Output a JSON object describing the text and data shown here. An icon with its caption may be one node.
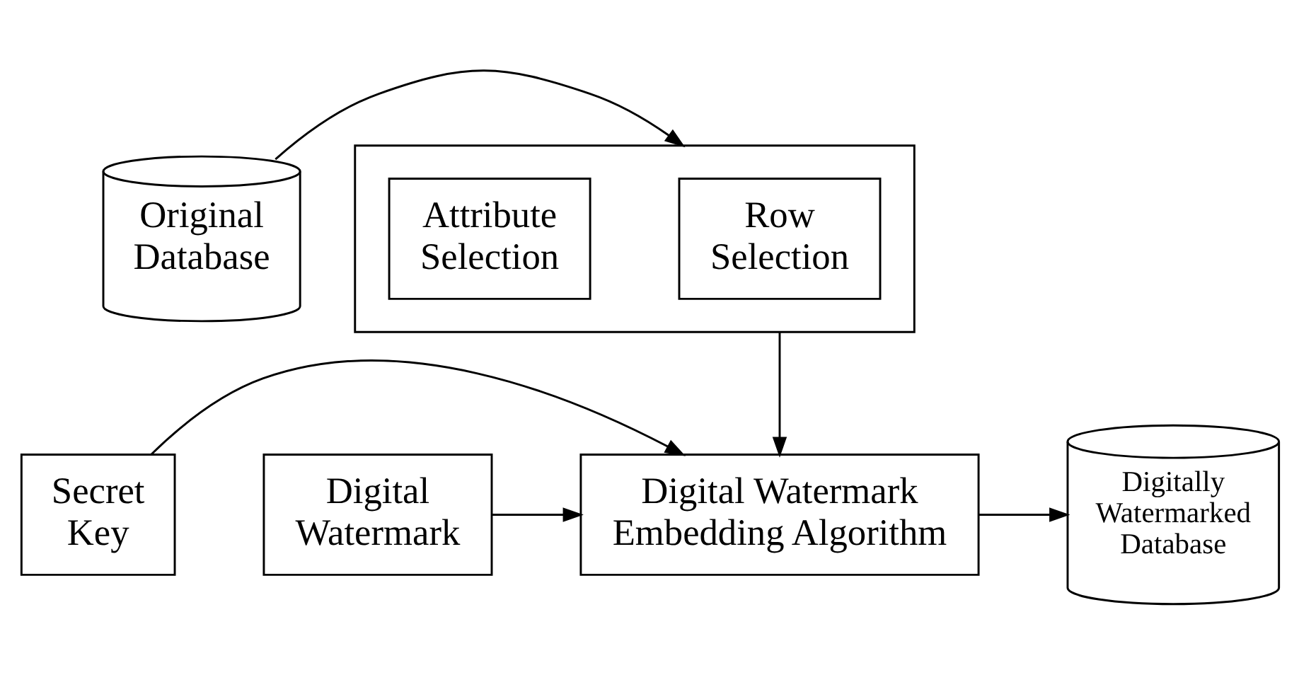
{
  "diagram": {
    "nodes": [
      {
        "text": [
          "Original Database"
        ]
      },
      {
        "text": [],
        "shape": "box"
      },
      {
        "text": [
          "Row Selection"
        ],
        "in": 1
      },
      {
        "text": [
          "Attribute Selection"
        ],
        "in": 1
      },
      {
        "text": [
          "Digital Watermark Embedding Algorithm"
        ]
      },
      {
        "text": [
          "Digitally Watermarked Database"
        ]
      },
      {
        "text": [
          "Secret Key"
        ]
      },
      {
        "text": [
          "Digital Watermark"
        ]
      }
    ],
    "edges": [
      {
        "from": 0,
        "to": 1,
        "arrow": "to"
      },
      {
        "from": 1,
        "to": 4,
        "arrow": "to"
      },
      {
        "from": 4,
        "to": 5,
        "arrow": "to"
      },
      {
        "from": 6,
        "to": 4,
        "arrow": "to"
      },
      {
        "from": 7,
        "to": 4,
        "arrow": "to"
      }
    ]
  }
}
